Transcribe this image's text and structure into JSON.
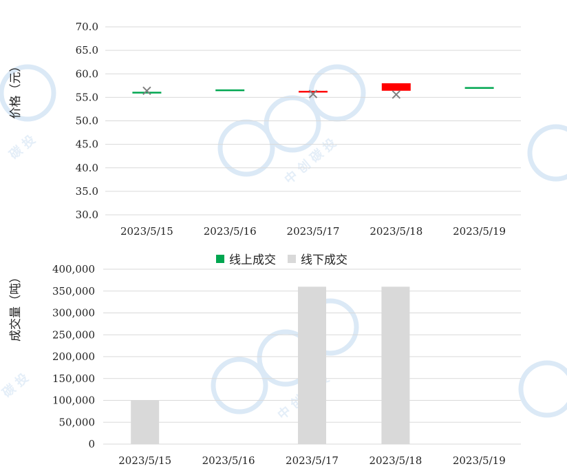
{
  "chart_data": [
    {
      "type": "candlestick",
      "ylabel": "价格（元）",
      "ylim": [
        30,
        70
      ],
      "ytick_labels": [
        "70.0",
        "65.0",
        "60.0",
        "55.0",
        "50.0",
        "45.0",
        "40.0",
        "35.0",
        "30.0"
      ],
      "categories": [
        "2023/5/15",
        "2023/5/16",
        "2023/5/17",
        "2023/5/18",
        "2023/5/19"
      ],
      "candles": [
        {
          "open": 56.0,
          "close": 56.0,
          "mean": 56.4,
          "color": "#00a650"
        },
        {
          "open": 56.5,
          "close": 56.5,
          "mean": null,
          "color": "#00a650"
        },
        {
          "open": 56.2,
          "close": 56.2,
          "mean": 55.7,
          "color": "#ff0000"
        },
        {
          "open": 58.0,
          "close": 56.4,
          "mean": 55.6,
          "color": "#ff0000"
        },
        {
          "open": 57.0,
          "close": 57.0,
          "mean": null,
          "color": "#00a650"
        }
      ]
    },
    {
      "type": "bar",
      "ylabel": "成交量（吨）",
      "ylim": [
        0,
        400000
      ],
      "ytick_labels": [
        "400,000",
        "350,000",
        "300,000",
        "250,000",
        "200,000",
        "150,000",
        "100,000",
        "50,000",
        "0"
      ],
      "categories": [
        "2023/5/15",
        "2023/5/16",
        "2023/5/17",
        "2023/5/18",
        "2023/5/19"
      ],
      "series": [
        {
          "name": "线上成交",
          "color": "#00a650",
          "values": [
            0,
            0,
            0,
            0,
            0
          ]
        },
        {
          "name": "线下成交",
          "color": "#d9d9d9",
          "values": [
            100000,
            0,
            360000,
            360000,
            0
          ]
        }
      ]
    }
  ]
}
